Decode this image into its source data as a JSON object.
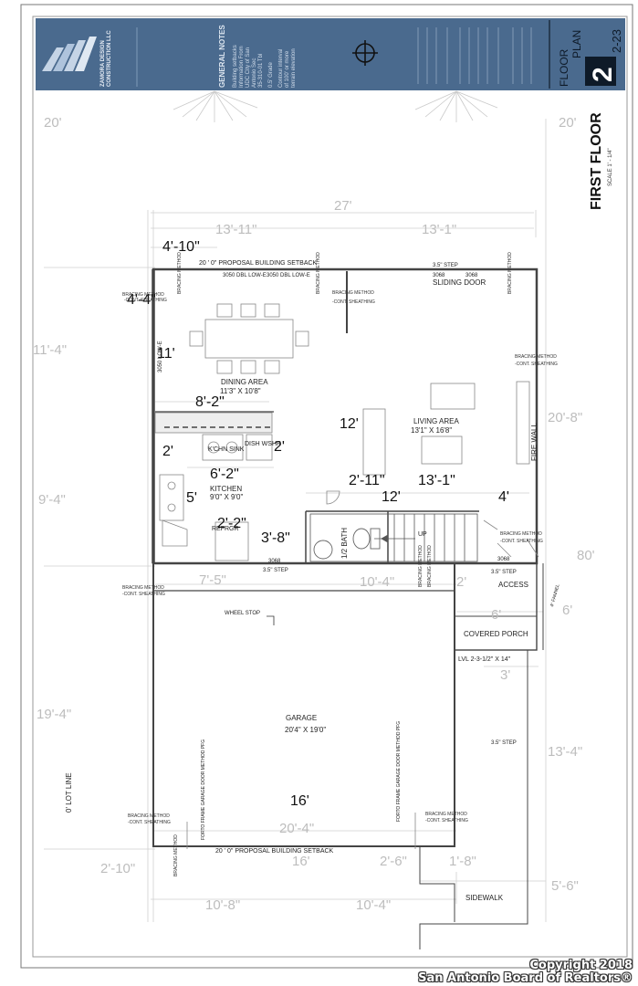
{
  "title_block": {
    "company_line1": "ZAMORA DESIGN",
    "company_line2": "CONSTRUCTION LLC",
    "notes_title": "GENERAL NOTES",
    "notes_lines": [
      "Building setbacks",
      "Information From",
      "UDC City of San",
      "Antonio Sec",
      "35-310-01 Tbl",
      "0.5' Grade",
      "Contour interval",
      "of 100' or more",
      "terrain elevation"
    ],
    "sheet_label_floor": "FLOOR",
    "sheet_label_plan": "PLAN",
    "sheet_number": "2",
    "sheet_of": "2-23"
  },
  "drawing": {
    "title": "FIRST FLOOR",
    "scale": "SCALE 1' - 1/4\""
  },
  "dimensions": {
    "overall_width": "27'",
    "left_front": "13'-11\"",
    "right_front": "13'-1\"",
    "nook_width": "4'-10\"",
    "nook_depth": "4'-4\"",
    "dining_height": "11'-4\"",
    "dining_11": "11'",
    "kitchen_width": "8'-2\"",
    "island_2a": "2'",
    "island_2b": "2'",
    "kitchen_6_2": "6'-2\"",
    "kitchen_5": "5'",
    "kitchen_height": "9'-4\"",
    "ref_2_2": "2'-2\"",
    "bath_3_8": "3'-8\"",
    "mid_2_11": "2'-11\"",
    "living_13_1": "13'-1\"",
    "living_12a": "12'",
    "living_12b": "12'",
    "living_4": "4'",
    "living_height": "20'-8\"",
    "setback_left": "20'",
    "setback_right": "20'",
    "lot_depth": "80'",
    "porch_7_5": "7'-5\"",
    "porch_10_4": "10'-4\"",
    "porch_2": "2'",
    "porch_6a": "6'",
    "porch_6b": "6'",
    "porch_3": "3'",
    "garage_height": "19'-4\"",
    "side_13_4": "13'-4\"",
    "garage_16a": "16'",
    "garage_20_4": "20'-4\"",
    "garage_16b": "16'",
    "rear_2_10": "2'-10\"",
    "rear_2_6": "2'-6\"",
    "rear_1_8": "1'-8\"",
    "rear_5_6": "5'-6\"",
    "rear_10_8": "10'-8\"",
    "rear_10_4": "10'-4\""
  },
  "rooms": {
    "dining": "DINING AREA",
    "dining_size": "11'3\" X 10'8\"",
    "kitchen": "KITCHEN",
    "kitchen_size": "9'0\" X 9'0\"",
    "living": "LIVING AREA",
    "living_size": "13'1\" X 16'8\"",
    "garage": "GARAGE",
    "garage_size": "20'4\" X 19'0\"",
    "bath": "1/2 BATH",
    "porch": "COVERED PORCH",
    "access": "ACCESS",
    "sliding_door": "SLIDING DOOR",
    "fire_wall": "FIRE WALL",
    "sidewalk": "SIDEWALK",
    "lot_line": "0' LOT LINE"
  },
  "labels": {
    "setback_top": "20 ' 0\" PROPOSAL BUILDING SETBACK",
    "setback_bottom": "20 ' 0\" PROPOSAL BUILDING SETBACK",
    "step_top": "3.5\" STEP",
    "step_entry": "3.5\" STEP",
    "step_access": "3.5\" STEP",
    "step_side": "3.5\" STEP",
    "window_a": "3050 DBL LOW-E",
    "window_b": "3050 DBL LOW-E",
    "window_side": "3050 LOW-E",
    "door_3068a": "3068",
    "door_3068b": "3068",
    "door_3068c": "3068",
    "door_3068d": "3068",
    "k_sink": "K'CHN SINK",
    "dish": "DISH WSHR",
    "refrig": "REFRGR",
    "up": "UP",
    "wheel_stop": "WHEEL STOP",
    "lvl": "LVL 2-3-1/2\" X 14\"",
    "fannel": "4\" FANNEL",
    "garage_door_a": "FORTO FRAME GARAGE DOOR METHOD PFG",
    "garage_door_b": "FORTO FRAME GARAGE DOOR METHOD PFG",
    "bracing": "BRACING METHOD",
    "sheathing": "-CONT. SHEATHING"
  },
  "watermark": {
    "line1": "Copyright 2018",
    "line2": "San Antonio Board of Realtors®"
  },
  "colors": {
    "title_block": "#4a6a8e",
    "line": "#555555",
    "dim": "#c8c8c8"
  }
}
